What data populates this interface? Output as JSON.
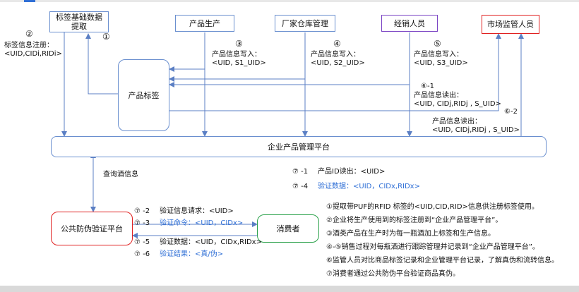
{
  "boxes": {
    "tag_extract": "标签基础数据\n提取",
    "production": "产品生产",
    "warehouse": "厂家仓库管理",
    "sales": "经销人员",
    "market": "市场监管人员",
    "product_tag": "产品标签",
    "platform": "企业产品管理平台",
    "verify": "公共防伪验证平台",
    "consumer": "消费者"
  },
  "labels": {
    "c1": "①",
    "c2": "②",
    "c2_text": "标签信息注册：",
    "c2_value": "<UID,CIDi,RIDi>",
    "c3": "③",
    "c3_text": "产品信息写入：",
    "c3_value": "<UID, S1_UID>",
    "c4": "④",
    "c4_text": "产品信息写入：",
    "c4_value": "<UID, S2_UID>",
    "c5": "⑤",
    "c5_text": "产品信息写入：",
    "c5_value": "<UID, S3_UID>",
    "c61": "⑥-1",
    "c61_text": "产品信息读出：",
    "c61_value": "<UID, CIDj,RIDj , S_UID>",
    "c62": "⑥-2",
    "c62_text": "产品信息读出：",
    "c62_value": "<UID, CIDj,RIDj , S_UID>",
    "query": "查询酒信息",
    "s71_num": "⑦ -1",
    "s71_text": "产品ID读出：<UID>",
    "s74_num": "⑦ -4",
    "s74_text": "验证数据：<UID，CIDx,RIDx>",
    "s72_num": "⑦ -2",
    "s72_text": "验证信息请求：<UID>",
    "s73_num": "⑦ -3",
    "s73_text": "验证命令：<UID，CIDx>",
    "s75_num": "⑦ -5",
    "s75_text": "验证数据：<UID，CIDx,RIDx>",
    "s76_num": "⑦ -6",
    "s76_text": "验证结果：<真/伪>"
  },
  "notes": [
    "①提取带PUF的RFID 标签的<UID,CID,RID>信息供注册标签使用。",
    "②企业将生产使用到的标签注册到“企业产品管理平台”。",
    "③酒类产品在生产时为每一瓶酒加上标签和生产信息。",
    "④-⑤销售过程对每瓶酒进行跟踪管理并记录到“企业产品管理平台”。",
    "⑥监管人员对比商品标签记录和企业管理平台记录，了解真伪和流转信息。",
    "⑦消费者通过公共防伪平台验证商品真伪。"
  ],
  "colors": {
    "line": "#5b7fc4",
    "accent_blue": "#2f6fd6",
    "purple": "#7b44c4",
    "red": "#e02020",
    "green": "#2aa14a"
  }
}
